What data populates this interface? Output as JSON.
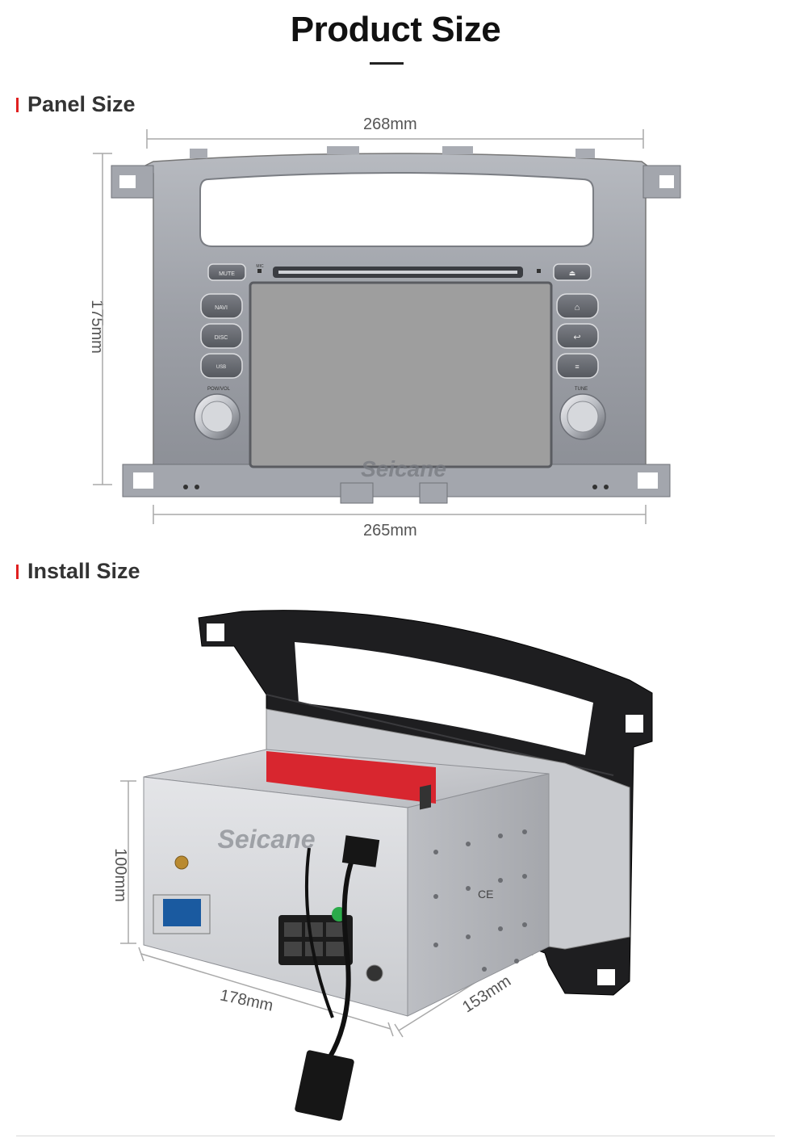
{
  "page": {
    "title": "Product Size"
  },
  "panel_section": {
    "heading": "Panel Size",
    "width_top": "268mm",
    "width_bottom": "265mm",
    "height": "175mm",
    "buttons": {
      "mute": "MUTE",
      "mic": "MIC",
      "navi": "NAVI",
      "disc": "DISC",
      "usb": "USB",
      "pow_vol": "POW/VOL",
      "tune": "TUNE"
    },
    "brand_watermark": "Seicane"
  },
  "install_section": {
    "heading": "Install Size",
    "height": "100mm",
    "width": "178mm",
    "depth": "153mm",
    "brand_watermark": "Seicane"
  },
  "colors": {
    "accent": "#e02020",
    "panel_silver": "#9a9da4",
    "screen_gray": "#9e9e9e",
    "frame_black": "#1e1e20"
  }
}
